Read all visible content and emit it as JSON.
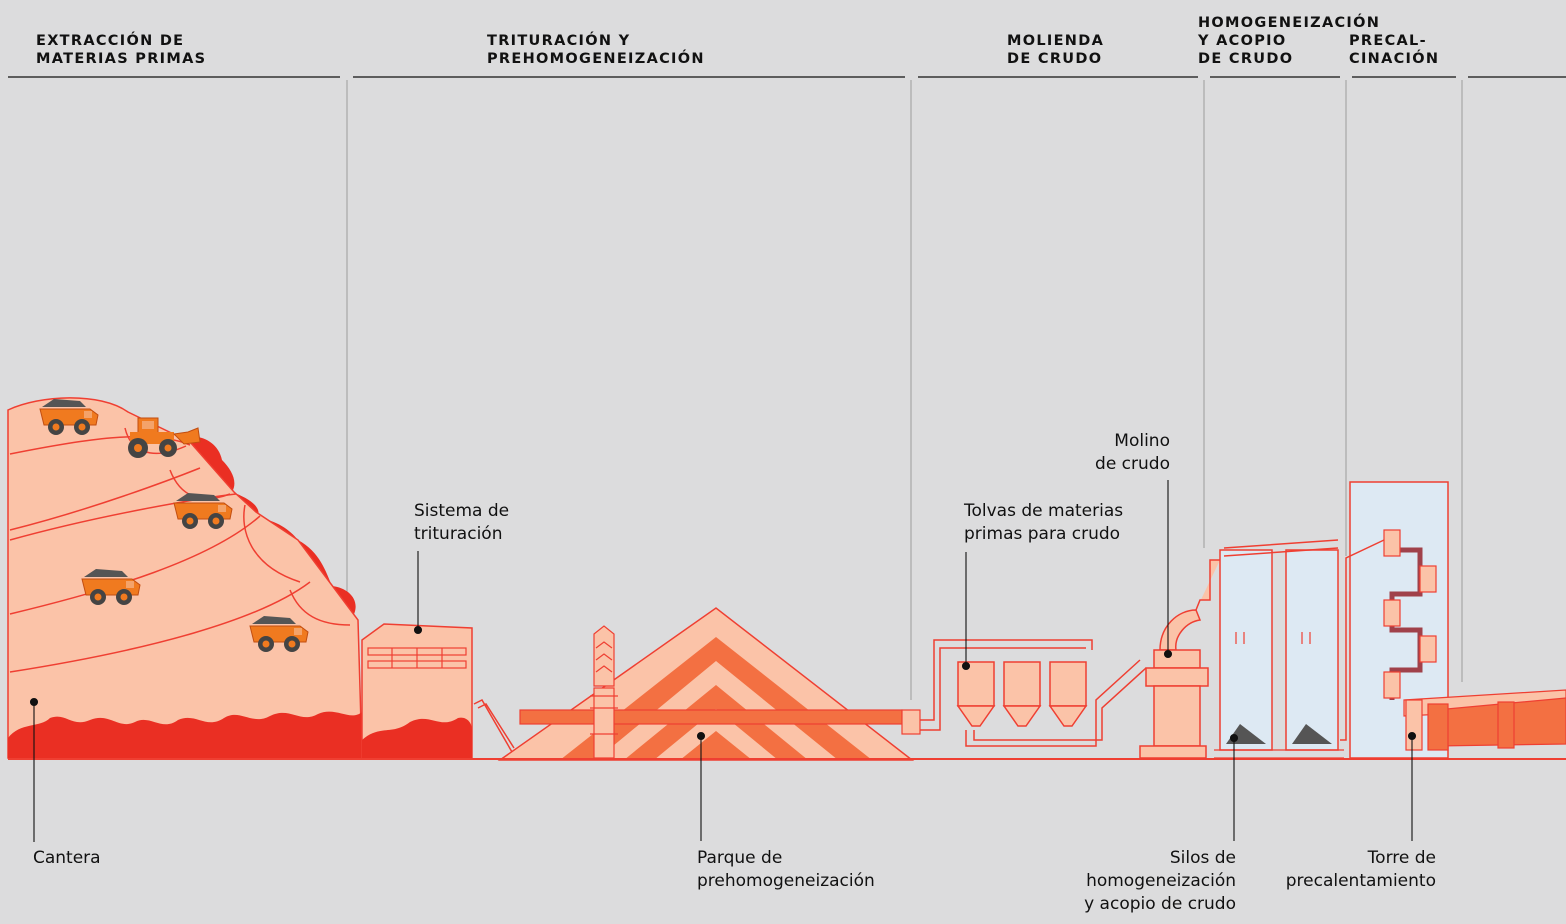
{
  "stages": {
    "extraccion": "EXTRACCIÓN DE\nMATERIAS PRIMAS",
    "trituracion": "TRITURACIÓN Y\nPREHOMOGENEIZACIÓN",
    "molienda": "MOLIENDA\nDE CRUDO",
    "homogeneizacion_top": "HOMOGENEIZACIÓN",
    "homogeneizacion_bottom": "Y ACOPIO\nDE CRUDO",
    "precalcinacion": "PRECAL-\nCINACIÓN"
  },
  "labels": {
    "sistema_trituracion": "Sistema de\ntrituración",
    "molino_crudo": "Molino\nde crudo",
    "tolvas": "Tolvas de materias\nprimas para crudo",
    "cantera": "Cantera",
    "parque": "Parque de\nprehomogeneización",
    "silos": "Silos de\nhomogeneización\ny acopio de crudo",
    "torre": "Torre de\nprecalentamiento"
  },
  "colors": {
    "background": "#dcdcdd",
    "line_red": "#ef3f32",
    "fill_pink": "#fbc3a8",
    "fill_red": "#ea2f23",
    "fill_orange": "#f37042",
    "truck_orange": "#f07a1f",
    "silo_blue": "#dde9f3",
    "divider_gray": "#9b9b9b"
  },
  "icons": [
    "quarry-hill",
    "dump-truck",
    "wheel-loader",
    "crusher-building",
    "stockpile",
    "hoppers",
    "raw-mill",
    "silos",
    "preheater-tower",
    "rotary-kiln"
  ]
}
